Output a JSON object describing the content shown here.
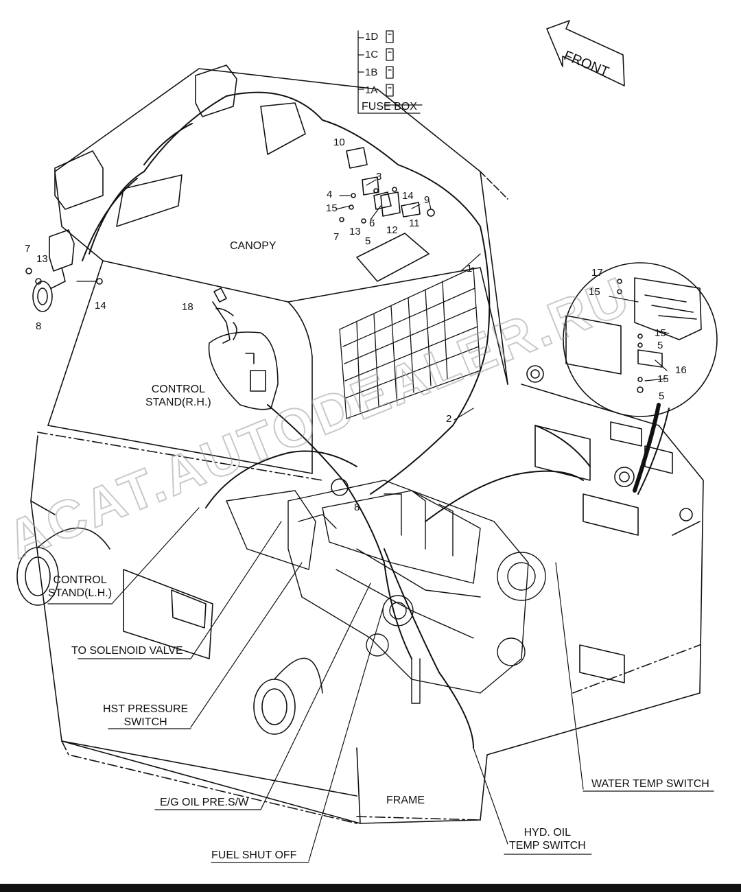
{
  "fuse_box": {
    "title": "FUSE BOX",
    "fuses": [
      "1D",
      "1C",
      "1B",
      "1A"
    ]
  },
  "orientation": {
    "label": "FRONT"
  },
  "regions": {
    "canopy": "CANOPY",
    "frame": "FRAME",
    "control_stand_rh": [
      "CONTROL",
      "STAND(R.H.)"
    ],
    "control_stand_lh": [
      "CONTROL",
      "STAND(L.H.)"
    ]
  },
  "callouts": {
    "to_solenoid_valve": "TO SOLENOID VALVE",
    "hst_pressure_switch": [
      "HST PRESSURE",
      "SWITCH"
    ],
    "eg_oil_pre_sw": "E/G OIL PRE.S/W",
    "fuel_shut_off": "FUEL SHUT OFF",
    "hyd_oil_temp_switch": [
      "HYD. OIL",
      "TEMP SWITCH"
    ],
    "water_temp_switch": "WATER TEMP SWITCH"
  },
  "part_numbers": {
    "n10": "10",
    "n3": "3",
    "n4": "4",
    "n14a": "14",
    "n9": "9",
    "n15a": "15",
    "n6": "6",
    "n12": "12",
    "n11": "11",
    "n7a": "7",
    "n13a": "13",
    "n5a": "5",
    "n1": "1",
    "n7b": "7",
    "n13b": "13",
    "n14b": "14",
    "n8a": "8",
    "n18": "18",
    "n2": "2",
    "n8b": "8",
    "n17": "17",
    "n15b": "15",
    "n15c": "15",
    "n5b": "5",
    "n16": "16",
    "n15d": "15",
    "n5c": "5"
  },
  "watermark": "ACAT.AUTODEALER.RU"
}
